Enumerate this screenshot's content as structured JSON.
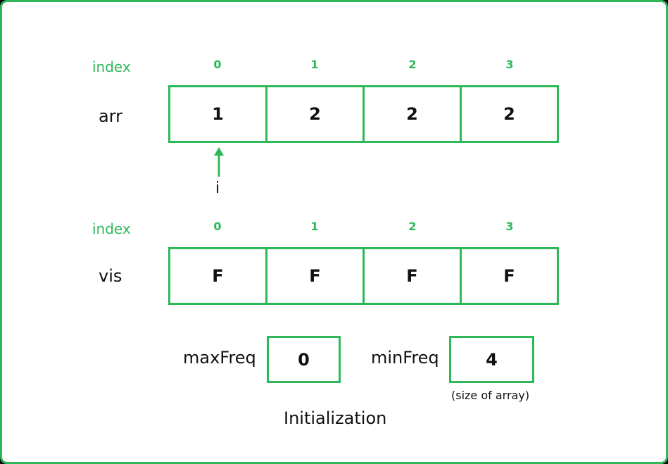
{
  "colors": {
    "accent": "#2fb85a",
    "text": "#111111",
    "background": "#ffffff"
  },
  "arr_section": {
    "index_label": "index",
    "indices": [
      "0",
      "1",
      "2",
      "3"
    ],
    "name": "arr",
    "values": [
      "1",
      "2",
      "2",
      "2"
    ],
    "pointer_label": "i"
  },
  "vis_section": {
    "index_label": "index",
    "indices": [
      "0",
      "1",
      "2",
      "3"
    ],
    "name": "vis",
    "values": [
      "F",
      "F",
      "F",
      "F"
    ]
  },
  "max_freq": {
    "label": "maxFreq",
    "value": "0"
  },
  "min_freq": {
    "label": "minFreq",
    "value": "4",
    "note": "(size of array)"
  },
  "caption": "Initialization"
}
